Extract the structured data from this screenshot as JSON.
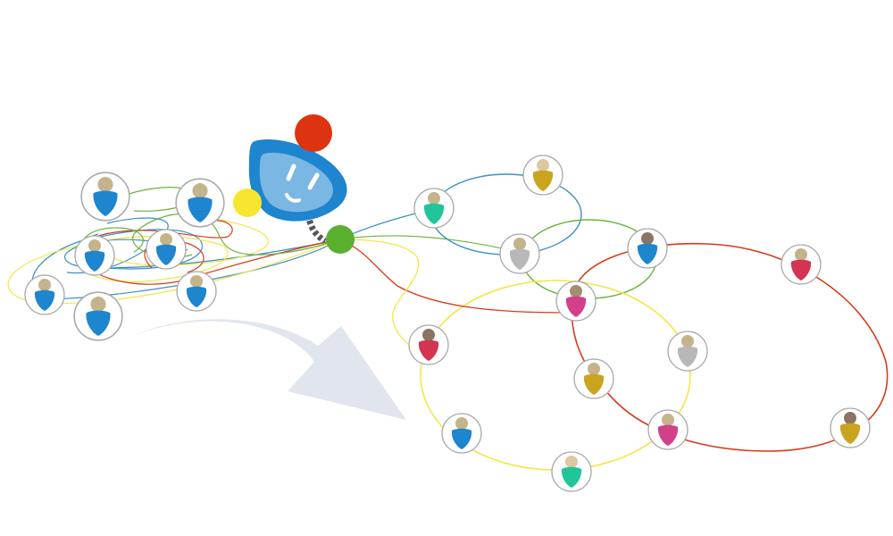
{
  "colors": {
    "background": "#ffffff",
    "arrow": "#e1e6ee",
    "avatar_border": "#a9aaab",
    "avatar_fill": "#ffffff",
    "link_blue": "#3b8fc4",
    "link_green": "#6ab43c",
    "link_yellow": "#f4e646",
    "link_red": "#d9391b",
    "logo_blue_dark": "#1e85cf",
    "logo_blue_light": "#7bb7e3",
    "logo_red_dot": "#de3310",
    "logo_yellow_dot": "#f8e62e",
    "logo_green_dot": "#5aaf2f",
    "logo_cable": "#555555"
  },
  "logo": {
    "name": "router-mascot-icon"
  },
  "before_cluster": {
    "label": "tangled-network",
    "people": [
      {
        "id": "p1",
        "body": "#1e85cf",
        "head": "#c4b38b"
      },
      {
        "id": "p2",
        "body": "#1e85cf",
        "head": "#c4b38b"
      },
      {
        "id": "p3",
        "body": "#1e85cf",
        "head": "#c4b38b"
      },
      {
        "id": "p4",
        "body": "#1e85cf",
        "head": "#c4b38b"
      },
      {
        "id": "p5",
        "body": "#1e85cf",
        "head": "#c4b38b"
      },
      {
        "id": "p6",
        "body": "#1e85cf",
        "head": "#c4b38b"
      },
      {
        "id": "p7",
        "body": "#1e85cf",
        "head": "#c4b38b"
      }
    ]
  },
  "after_cluster": {
    "label": "organized-groups",
    "people": [
      {
        "id": "q1",
        "body": "#22c59a",
        "head": "#c4b38b"
      },
      {
        "id": "q2",
        "body": "#c9a41f",
        "head": "#dcc9a4"
      },
      {
        "id": "q3",
        "body": "#b8b8b8",
        "head": "#c4b38b"
      },
      {
        "id": "q4",
        "body": "#1e85cf",
        "head": "#8c7462"
      },
      {
        "id": "q5",
        "body": "#d33452",
        "head": "#c4b38b"
      },
      {
        "id": "q6",
        "body": "#d33f8b",
        "head": "#a38e6e"
      },
      {
        "id": "q7",
        "body": "#d33452",
        "head": "#8c7462"
      },
      {
        "id": "q8",
        "body": "#b8b8b8",
        "head": "#c4b38b"
      },
      {
        "id": "q9",
        "body": "#c9a41f",
        "head": "#c4b38b"
      },
      {
        "id": "q10",
        "body": "#1e85cf",
        "head": "#c4b38b"
      },
      {
        "id": "q11",
        "body": "#d33f8b",
        "head": "#c4b38b"
      },
      {
        "id": "q12",
        "body": "#c9a41f",
        "head": "#8c7462"
      },
      {
        "id": "q13",
        "body": "#22c59a",
        "head": "#dcc9a4"
      }
    ]
  }
}
